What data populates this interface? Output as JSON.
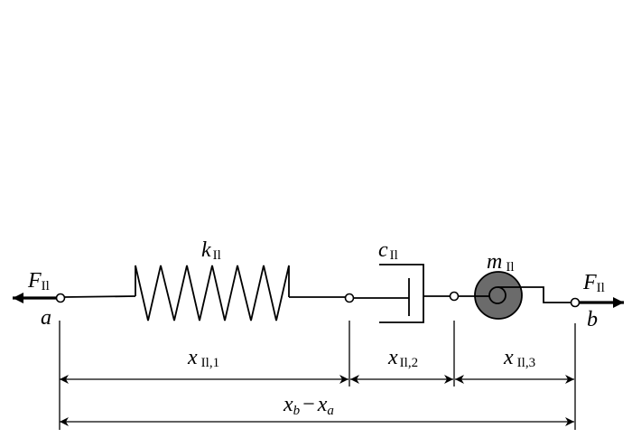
{
  "diagram": {
    "title": "Spring–damper–mass series element between nodes a and b",
    "colors": {
      "line": "#000000",
      "mass_fill": "#6b6b6b",
      "background": "#ffffff"
    },
    "nodes": {
      "a": {
        "label": "a"
      },
      "b": {
        "label": "b"
      }
    },
    "forces": {
      "left": {
        "symbol": "F",
        "subscript": "Il",
        "direction": "left"
      },
      "right": {
        "symbol": "F",
        "subscript": "Il",
        "direction": "right"
      }
    },
    "components": {
      "spring": {
        "symbol": "k",
        "subscript": "Il",
        "peaks": 7
      },
      "damper": {
        "symbol": "c",
        "subscript": "Il"
      },
      "mass": {
        "symbol": "m",
        "subscript": "Il"
      }
    },
    "dimensions": {
      "seg1": {
        "symbol": "x",
        "subscript": "Il,1"
      },
      "seg2": {
        "symbol": "x",
        "subscript": "Il,2"
      },
      "seg3": {
        "symbol": "x",
        "subscript": "Il,3"
      },
      "total": {
        "left": "x",
        "left_sub": "b",
        "op": "−",
        "right": "x",
        "right_sub": "a"
      }
    }
  }
}
